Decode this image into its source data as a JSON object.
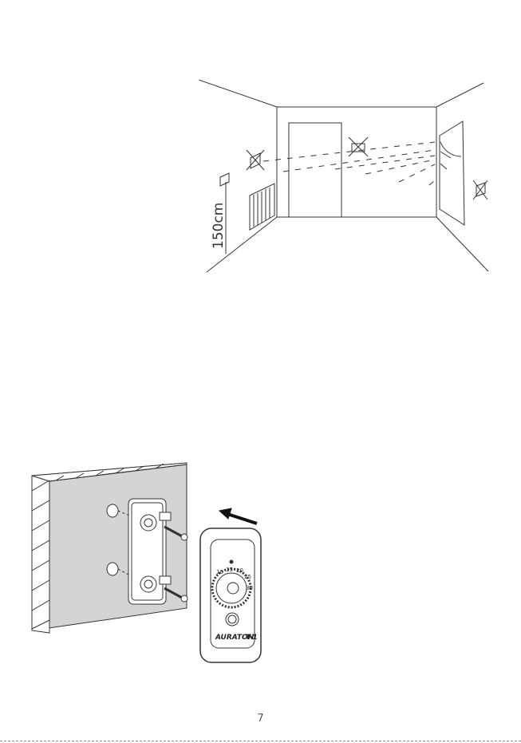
{
  "room_figure": {
    "height_label": "150cm"
  },
  "mount_figure": {
    "brand_label": "AURATON",
    "model_label": "T-1",
    "dial_labels": [
      "10",
      "15",
      "20",
      "25",
      "30"
    ]
  },
  "page_number": "7"
}
